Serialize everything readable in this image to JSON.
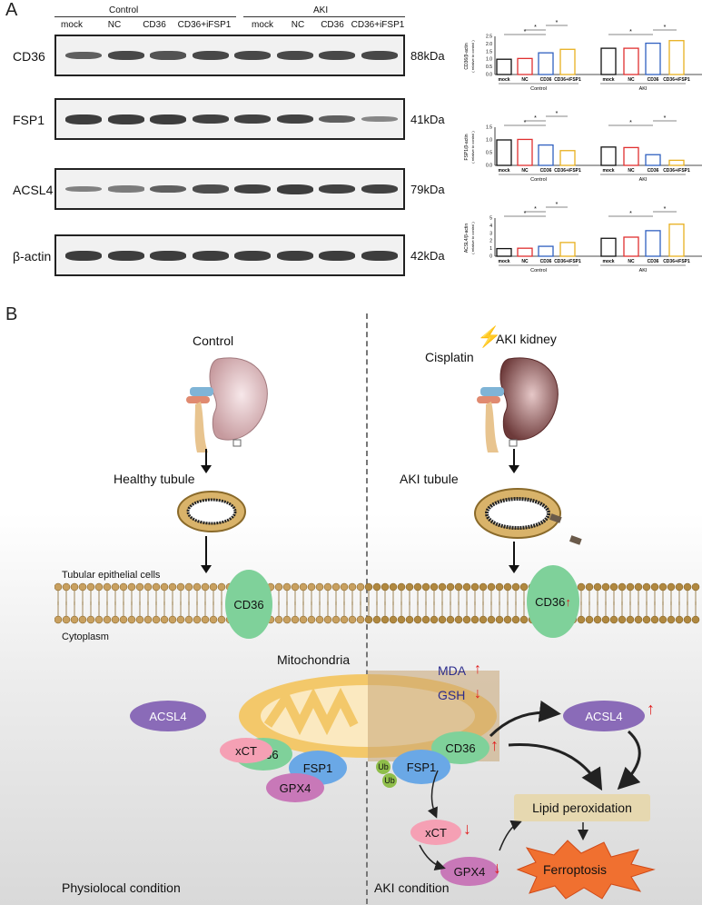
{
  "panel_a": {
    "letter": "A",
    "group_labels": [
      "Control",
      "AKI"
    ],
    "lanes": [
      "mock",
      "NC",
      "CD36",
      "CD36+iFSP1",
      "mock",
      "NC",
      "CD36",
      "CD36+iFSP1"
    ],
    "blots": [
      {
        "protein": "CD36",
        "kda": "88kDa"
      },
      {
        "protein": "FSP1",
        "kda": "41kDa"
      },
      {
        "protein": "ACSL4",
        "kda": "79kDa"
      },
      {
        "protein": "β-actin",
        "kda": "42kDa"
      }
    ]
  },
  "chart_data": [
    {
      "type": "bar",
      "ylabel": "CD36/β-actin",
      "ylabel2": "( relative to control )",
      "categories": [
        "mock",
        "NC",
        "CD36",
        "CD36+iFSP1",
        "mock",
        "NC",
        "CD36",
        "CD36+iFSP1"
      ],
      "groups": [
        "Control",
        "AKI"
      ],
      "values": [
        1.0,
        1.05,
        1.42,
        1.65,
        1.72,
        1.72,
        2.05,
        2.22
      ],
      "ylim": [
        0,
        2.5
      ],
      "yticks": [
        "0.0",
        "0.5",
        "1.0",
        "1.5",
        "2.0",
        "2.5"
      ],
      "significance": "*"
    },
    {
      "type": "bar",
      "ylabel": "FSP1/β-actin",
      "ylabel2": "( relative to control )",
      "categories": [
        "mock",
        "NC",
        "CD36",
        "CD36+iFSP1",
        "mock",
        "NC",
        "CD36",
        "CD36+iFSP1"
      ],
      "groups": [
        "Control",
        "AKI"
      ],
      "values": [
        1.0,
        1.02,
        0.8,
        0.58,
        0.72,
        0.7,
        0.42,
        0.2
      ],
      "ylim": [
        0,
        1.5
      ],
      "yticks": [
        "0.0",
        "0.5",
        "1.0",
        "1.5"
      ],
      "significance": "*"
    },
    {
      "type": "bar",
      "ylabel": "ACSL4/β-actin",
      "ylabel2": "( relative to control )",
      "categories": [
        "mock",
        "NC",
        "CD36",
        "CD36+iFSP1",
        "mock",
        "NC",
        "CD36",
        "CD36+iFSP1"
      ],
      "groups": [
        "Control",
        "AKI"
      ],
      "values": [
        1.0,
        1.05,
        1.3,
        1.8,
        2.35,
        2.5,
        3.35,
        4.2
      ],
      "ylim": [
        0,
        5
      ],
      "yticks": [
        "0",
        "1",
        "2",
        "3",
        "4",
        "5"
      ],
      "significance": "*"
    }
  ],
  "panel_b": {
    "letter": "B",
    "control_title": "Control",
    "aki_title": "AKI kidney",
    "cisplatin": "Cisplatin",
    "healthy_tubule": "Healthy tubule",
    "aki_tubule": "AKI tubule",
    "tubular_cells": "Tubular epithelial cells",
    "cytoplasm": "Cytoplasm",
    "cd36": "CD36",
    "mitochondria": "Mitochondria",
    "mda": "MDA",
    "gsh": "GSH",
    "acsl4": "ACSL4",
    "fsp1": "FSP1",
    "ub": "Ub",
    "xct": "xCT",
    "gpx4": "GPX4",
    "lipid_peroxidation": "Lipid peroxidation",
    "ferroptosis": "Ferroptosis",
    "physiological": "Physiolocal condition",
    "aki_condition": "AKI condition",
    "colors": {
      "up_arrow": "#e02020",
      "cd36": "#7fd19a",
      "fsp1": "#6aa8e6",
      "acsl4": "#8a6bb8",
      "xct": "#f08ca8",
      "gpx4": "#c878b8",
      "ferroptosis": "#f07030",
      "lipid": "#e6d8b0",
      "mito": "#f3c86a"
    }
  }
}
